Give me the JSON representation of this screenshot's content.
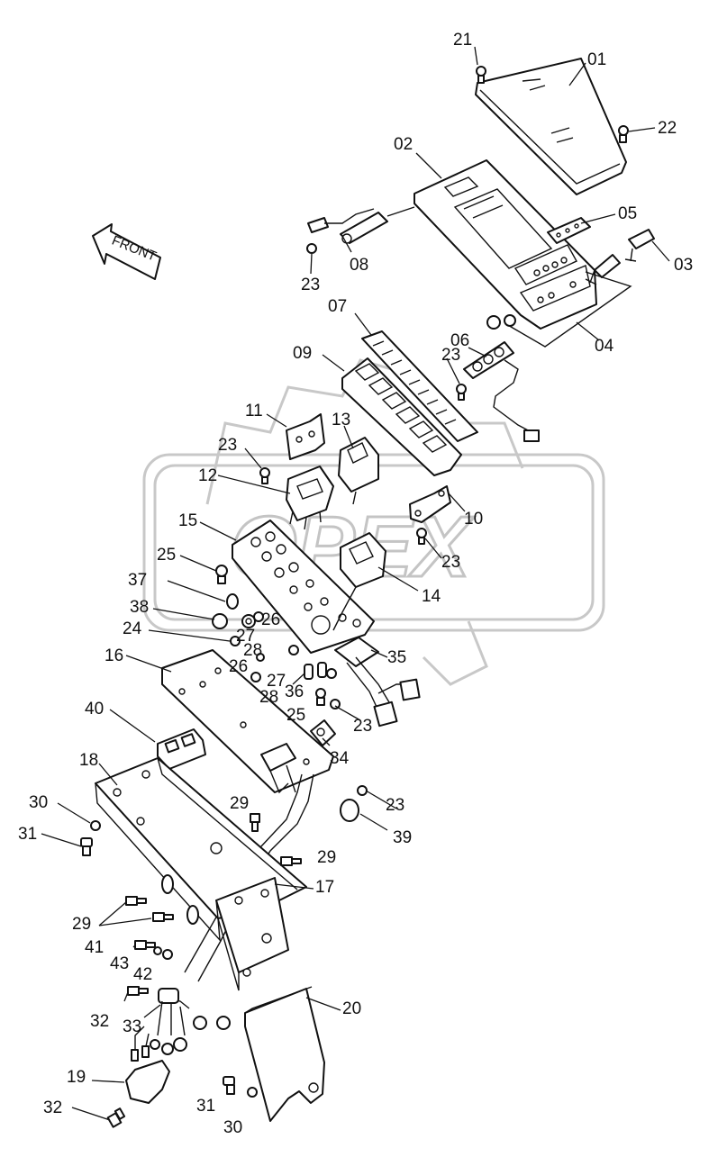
{
  "watermark": {
    "text": "OPEX"
  },
  "direction_marker": {
    "text": "FRONT"
  },
  "callouts": [
    {
      "id": "c01",
      "text": "01"
    },
    {
      "id": "c02",
      "text": "02"
    },
    {
      "id": "c03",
      "text": "03"
    },
    {
      "id": "c04",
      "text": "04"
    },
    {
      "id": "c05",
      "text": "05"
    },
    {
      "id": "c06",
      "text": "06"
    },
    {
      "id": "c07",
      "text": "07"
    },
    {
      "id": "c08",
      "text": "08"
    },
    {
      "id": "c09",
      "text": "09"
    },
    {
      "id": "c10",
      "text": "10"
    },
    {
      "id": "c11",
      "text": "11"
    },
    {
      "id": "c12",
      "text": "12"
    },
    {
      "id": "c13",
      "text": "13"
    },
    {
      "id": "c14",
      "text": "14"
    },
    {
      "id": "c15",
      "text": "15"
    },
    {
      "id": "c16",
      "text": "16"
    },
    {
      "id": "c17",
      "text": "17"
    },
    {
      "id": "c18",
      "text": "18"
    },
    {
      "id": "c19",
      "text": "19"
    },
    {
      "id": "c20",
      "text": "20"
    },
    {
      "id": "c21",
      "text": "21"
    },
    {
      "id": "c22",
      "text": "22"
    },
    {
      "id": "c23a",
      "text": "23"
    },
    {
      "id": "c23b",
      "text": "23"
    },
    {
      "id": "c23c",
      "text": "23"
    },
    {
      "id": "c23d",
      "text": "23"
    },
    {
      "id": "c23e",
      "text": "23"
    },
    {
      "id": "c23f",
      "text": "23"
    },
    {
      "id": "c24",
      "text": "24"
    },
    {
      "id": "c25a",
      "text": "25"
    },
    {
      "id": "c25b",
      "text": "25"
    },
    {
      "id": "c26a",
      "text": "26"
    },
    {
      "id": "c26b",
      "text": "26"
    },
    {
      "id": "c27a",
      "text": "27"
    },
    {
      "id": "c27b",
      "text": "27"
    },
    {
      "id": "c28a",
      "text": "28"
    },
    {
      "id": "c28b",
      "text": "28"
    },
    {
      "id": "c29a",
      "text": "29"
    },
    {
      "id": "c29b",
      "text": "29"
    },
    {
      "id": "c29c",
      "text": "29"
    },
    {
      "id": "c30a",
      "text": "30"
    },
    {
      "id": "c30b",
      "text": "30"
    },
    {
      "id": "c31a",
      "text": "31"
    },
    {
      "id": "c31b",
      "text": "31"
    },
    {
      "id": "c32a",
      "text": "32"
    },
    {
      "id": "c32b",
      "text": "32"
    },
    {
      "id": "c33",
      "text": "33"
    },
    {
      "id": "c34",
      "text": "34"
    },
    {
      "id": "c35",
      "text": "35"
    },
    {
      "id": "c36",
      "text": "36"
    },
    {
      "id": "c37",
      "text": "37"
    },
    {
      "id": "c38",
      "text": "38"
    },
    {
      "id": "c39",
      "text": "39"
    },
    {
      "id": "c40",
      "text": "40"
    },
    {
      "id": "c41",
      "text": "41"
    },
    {
      "id": "c42",
      "text": "42"
    },
    {
      "id": "c43",
      "text": "43"
    }
  ]
}
